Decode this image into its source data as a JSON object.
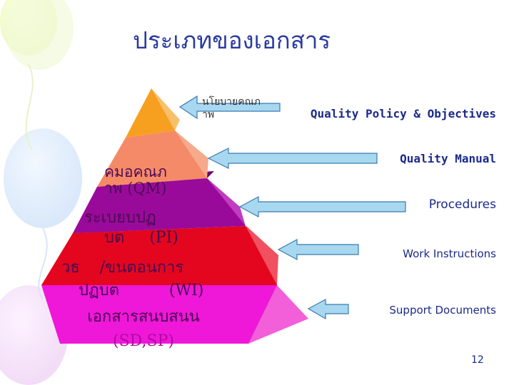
{
  "slide": {
    "title": "ประเภทของเอกสาร",
    "page_number": "12"
  },
  "pyramid": {
    "tiers": [
      {
        "line1": "นโยบายคณภ",
        "line2": "าพ",
        "color": "#f7a020"
      },
      {
        "line1": "คมอคณภ",
        "line2": "าพ (QM)",
        "color": "#f58a68"
      },
      {
        "line1": "ระเบยบปฏ",
        "line2": "บต     (PI)",
        "color": "#9a0a9a"
      },
      {
        "line1": "วธ    /ขนตอนการ",
        "line2": "ปฏบต          (WI)",
        "color": "#e3061e"
      },
      {
        "line1": "เอกสารสนบสนน",
        "line2": "(SD,SP)",
        "color": "#ef17d8"
      }
    ]
  },
  "labels": {
    "policy": "Quality Policy & Objectives",
    "manual": "Quality Manual",
    "procedures": "Procedures",
    "work_instructions": "Work Instructions",
    "support_documents": "Support Documents"
  }
}
